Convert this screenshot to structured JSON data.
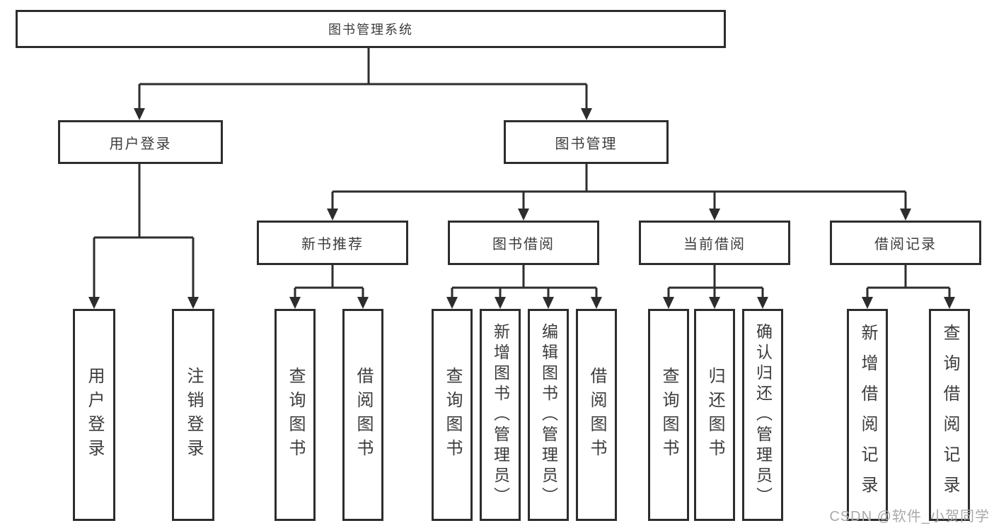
{
  "tree": {
    "root": {
      "label": "图书管理系统"
    },
    "children": [
      {
        "label": "用户登录",
        "children": [
          {
            "label": "用户登录"
          },
          {
            "label": "注销登录"
          }
        ]
      },
      {
        "label": "图书管理",
        "children": [
          {
            "label": "新书推荐",
            "children": [
              {
                "label": "查询图书"
              },
              {
                "label": "借阅图书"
              }
            ]
          },
          {
            "label": "图书借阅",
            "children": [
              {
                "label": "查询图书"
              },
              {
                "label": "新增图书（管理员）"
              },
              {
                "label": "编辑图书（管理员）"
              },
              {
                "label": "借阅图书"
              }
            ]
          },
          {
            "label": "当前借阅",
            "children": [
              {
                "label": "查询图书"
              },
              {
                "label": "归还图书"
              },
              {
                "label": "确认归还（管理员）"
              }
            ]
          },
          {
            "label": "借阅记录",
            "children": [
              {
                "label": "新增借阅记录"
              },
              {
                "label": "查询借阅记录"
              }
            ]
          }
        ]
      }
    ]
  },
  "watermark": "CSDN @软件_小贺同学",
  "colors": {
    "line": "#2d2d2d",
    "text": "#3c3c3c",
    "watermark": "#a9a9a9",
    "background": "#ffffff"
  }
}
